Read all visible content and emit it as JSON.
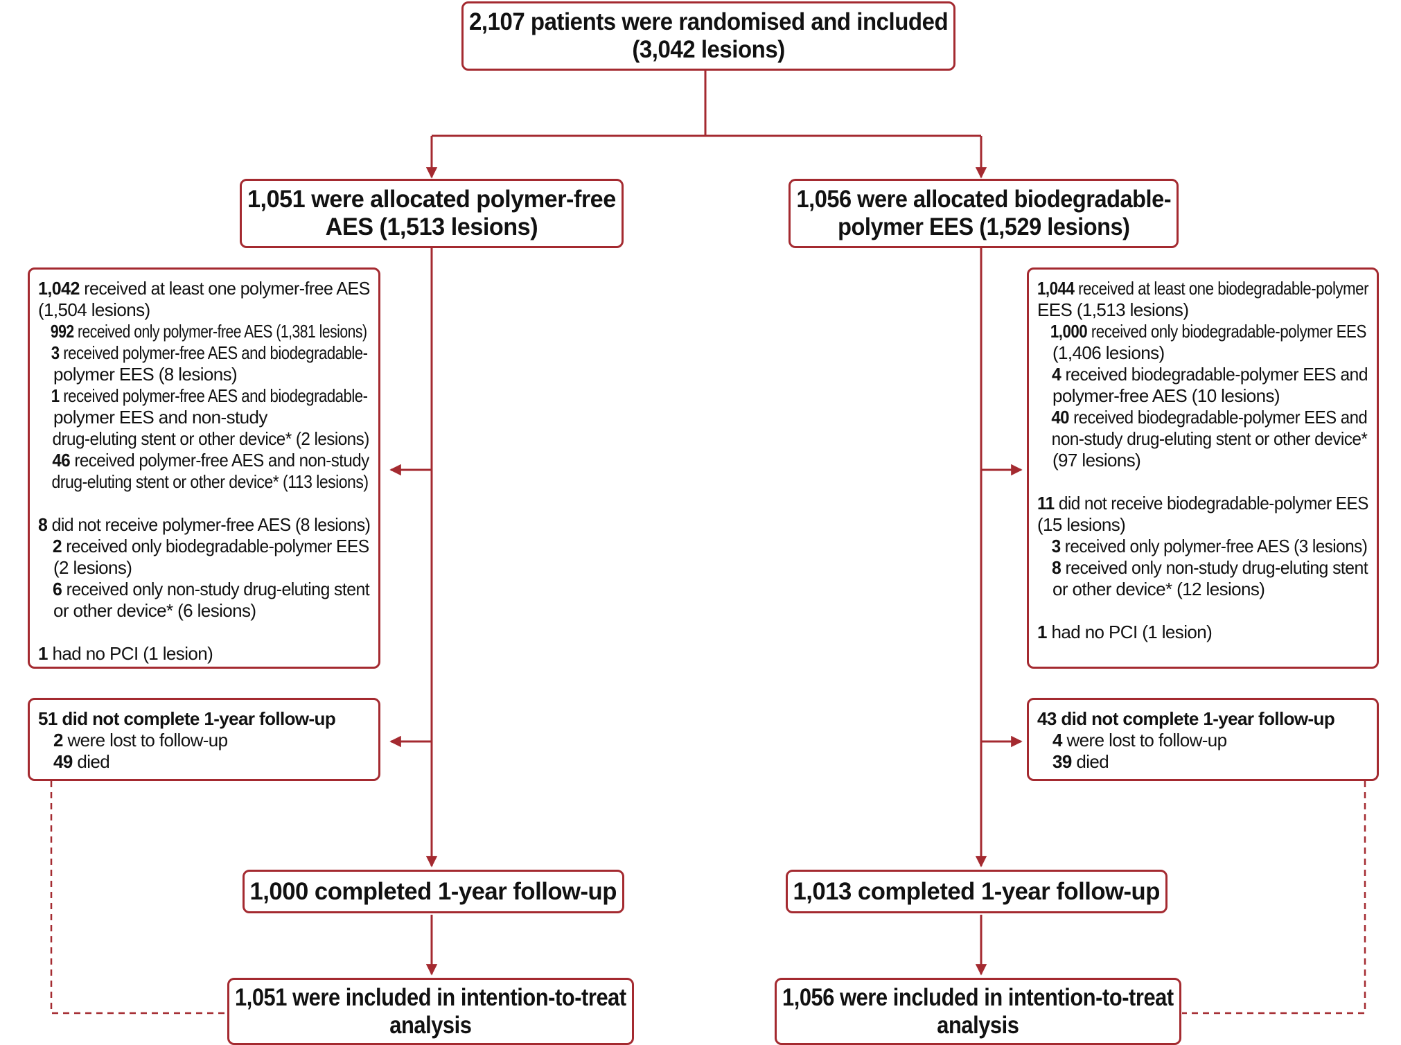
{
  "top": {
    "line1": "2,107 patients were randomised and included",
    "line2": "(3,042 lesions)"
  },
  "left": {
    "alloc": {
      "line1": "1,051 were allocated polymer-free",
      "line2": "AES (1,513 lesions)"
    },
    "received": {
      "l1_num": "1,042",
      "l1_text": " received at least one polymer-free AES",
      "l2": "(1,504 lesions)",
      "l3_num": "992",
      "l3_text": " received only polymer-free AES (1,381 lesions)",
      "l4_num": "3",
      "l4_text": " received polymer-free AES and biodegradable-",
      "l5": "polymer EES (8 lesions)",
      "l6_num": "1",
      "l6_text": " received polymer-free AES and biodegradable-",
      "l7": "polymer EES and non-study",
      "l8": "drug-eluting stent or other device* (2 lesions)",
      "l9_num": "46",
      "l9_text": " received polymer-free AES and non-study",
      "l10": "drug-eluting stent or other device* (113 lesions)",
      "l11_num": "8",
      "l11_text": " did not receive polymer-free AES (8 lesions)",
      "l12_num": "2",
      "l12_text": " received only biodegradable-polymer EES",
      "l13": "(2 lesions)",
      "l14_num": "6",
      "l14_text": " received only non-study drug-eluting stent",
      "l15": "or other device* (6 lesions)",
      "l16_num": "1",
      "l16_text": " had no PCI (1 lesion)"
    },
    "followup_missing": {
      "title": "51 did not complete 1-year follow-up",
      "l2_num": "2",
      "l2_text": " were lost to follow-up",
      "l3_num": "49",
      "l3_text": " died"
    },
    "completed": "1,000 completed 1-year follow-up",
    "itt": {
      "line1": "1,051 were included in intention-to-treat",
      "line2": "analysis"
    }
  },
  "right": {
    "alloc": {
      "line1": "1,056 were allocated biodegradable-",
      "line2": "polymer EES (1,529 lesions)"
    },
    "received": {
      "l1_num": "1,044",
      "l1_text": " received at least one biodegradable-polymer",
      "l2": "EES (1,513 lesions)",
      "l3_num": "1,000",
      "l3_text": " received only biodegradable-polymer EES",
      "l4": "(1,406 lesions)",
      "l5_num": "4",
      "l5_text": " received biodegradable-polymer EES and",
      "l6": "polymer-free AES (10 lesions)",
      "l7_num": "40",
      "l7_text": " received biodegradable-polymer EES and",
      "l8": "non-study drug-eluting stent or other device*",
      "l9": "(97 lesions)",
      "l10_num": "11",
      "l10_text": " did not receive biodegradable-polymer EES",
      "l11": "(15 lesions)",
      "l12_num": "3",
      "l12_text": " received only polymer-free AES (3 lesions)",
      "l13_num": "8",
      "l13_text": " received only non-study drug-eluting stent",
      "l14": "or other device* (12 lesions)",
      "l15_num": "1",
      "l15_text": " had no PCI (1 lesion)"
    },
    "followup_missing": {
      "title": "43 did not complete 1-year follow-up",
      "l2_num": "4",
      "l2_text": " were lost to follow-up",
      "l3_num": "39",
      "l3_text": " died"
    },
    "completed": "1,013 completed 1-year follow-up",
    "itt": {
      "line1": "1,056 were included in intention-to-treat",
      "line2": "analysis"
    }
  },
  "colors": {
    "accent": "#a42a30",
    "text": "#111111"
  }
}
